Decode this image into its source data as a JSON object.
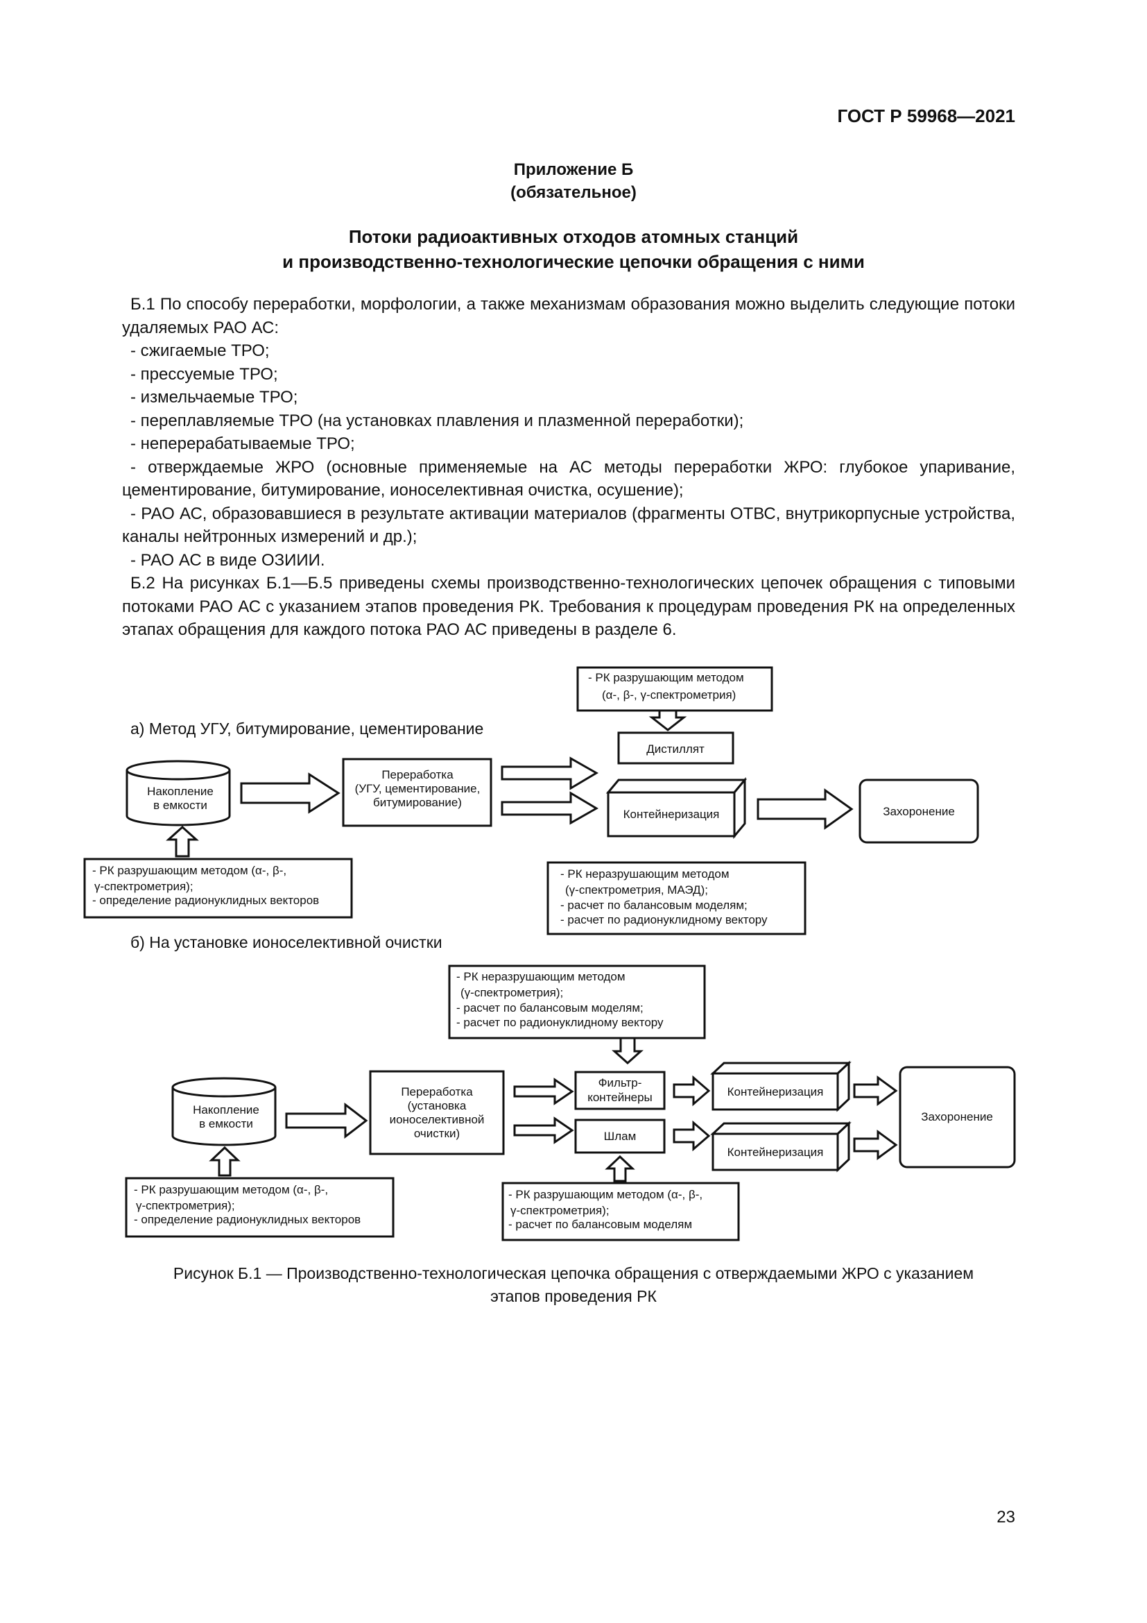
{
  "header": {
    "standard": "ГОСТ Р 59968—2021"
  },
  "appendix": {
    "line1": "Приложение Б",
    "line2": "(обязательное)"
  },
  "title": {
    "line1": "Потоки радиоактивных отходов атомных станций",
    "line2": "и производственно-технологические цепочки обращения с ними"
  },
  "body": {
    "p1": "Б.1 По способу переработки, морфологии, а также механизмам образования можно выделить следующие потоки удаляемых РАО АС:",
    "items": [
      "- сжигаемые ТРО;",
      "- прессуемые ТРО;",
      "- измельчаемые ТРО;",
      "- переплавляемые ТРО (на установках плавления и плазменной переработки);",
      "- неперерабатываемые ТРО;",
      "- отверждаемые ЖРО (основные применяемые на АС методы переработки ЖРО: глубокое упаривание, цементирование, битумирование, ионоселективная очистка, осушение);",
      "- РАО АС, образовавшиеся в результате активации материалов (фрагменты ОТВС, внутрикорпусные устройства, каналы нейтронных измерений и др.);",
      "- РАО АС в виде ОЗИИИ."
    ],
    "p2": "Б.2 На рисунках Б.1—Б.5 приведены схемы производственно-технологических цепочек обращения с типовыми потоками РАО АС с указанием этапов проведения РК. Требования к процедурам проведения РК на определенных этапах обращения для каждого потока РАО АС приведены в разделе 6."
  },
  "diagram_a": {
    "heading": "а) Метод УГУ, битумирование, цементирование",
    "top_note": [
      "- РК разрушающим методом",
      "(α-, β-, γ-спектрометрия)"
    ],
    "distillate": "Дистиллят",
    "storage": [
      "Накопление",
      "в емкости"
    ],
    "processing": [
      "Переработка",
      "(УГУ, цементирование,",
      "битумирование)"
    ],
    "containerization": "Контейнеризация",
    "disposal": "Захоронение",
    "left_note": [
      "- РК разрушающим методом (α-, β-,",
      "γ-спектрометрия);",
      "- определение радионуклидных векторов"
    ],
    "bottom_note": [
      "- РК неразрушающим методом",
      "(γ-спектрометрия, МАЭД);",
      "- расчет по балансовым моделям;",
      "- расчет по радионуклидному вектору"
    ]
  },
  "diagram_b": {
    "heading": "б) На установке ионоселективной очистки",
    "top_note": [
      "- РК неразрушающим методом",
      "(γ-спектрометрия);",
      "- расчет по балансовым моделям;",
      "- расчет по радионуклидному вектору"
    ],
    "storage": [
      "Накопление",
      "в емкости"
    ],
    "processing": [
      "Переработка",
      "(установка",
      "ионоселективной",
      "очистки)"
    ],
    "filter": [
      "Фильтр-",
      "контейнеры"
    ],
    "sludge": "Шлам",
    "containerization_1": "Контейнеризация",
    "containerization_2": "Контейнеризация",
    "disposal": "Захоронение",
    "left_note": [
      "- РК разрушающим методом (α-, β-,",
      "γ-спектрометрия);",
      "- определение радионуклидных векторов"
    ],
    "bottom_note": [
      "- РК разрушающим методом (α-, β-,",
      "γ-спектрометрия);",
      "- расчет по балансовым моделям"
    ]
  },
  "caption": {
    "line1": "Рисунок Б.1 — Производственно-технологическая цепочка обращения с отверждаемыми ЖРО с указанием",
    "line2": "этапов проведения РК"
  },
  "page_number": "23"
}
